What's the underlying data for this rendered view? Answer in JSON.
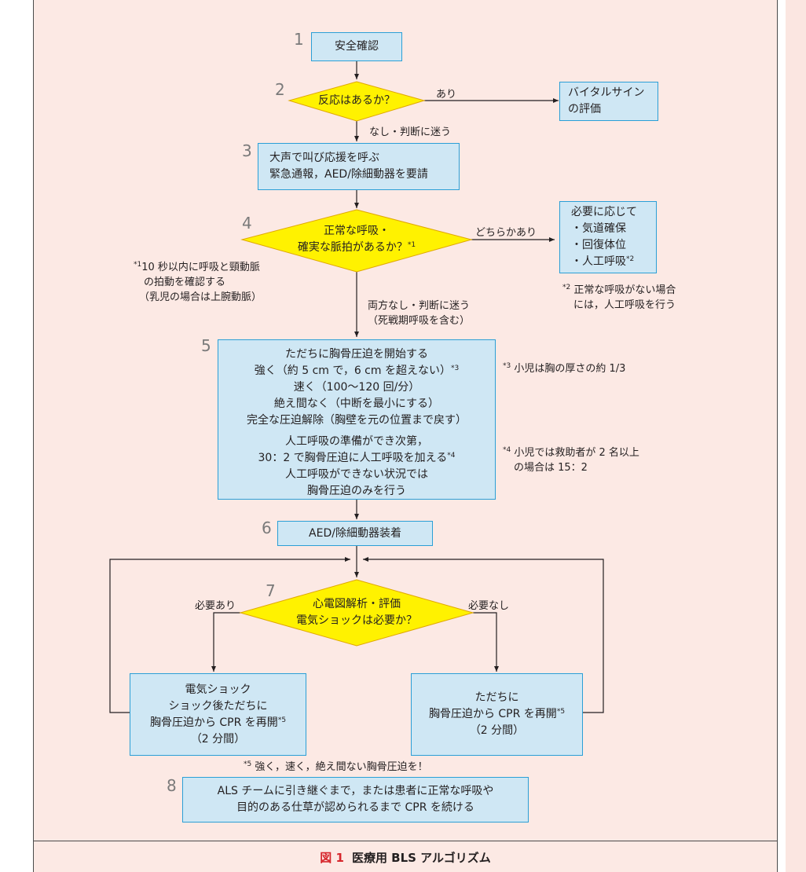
{
  "caption": {
    "number": "図 1",
    "title": "医療用 BLS アルゴリズム"
  },
  "steps": [
    {
      "num": "1",
      "lines": [
        "安全確認"
      ]
    },
    {
      "num": "2",
      "lines": [
        "反応はあるか？"
      ]
    },
    {
      "num": "3",
      "lines": [
        "大声で叫び応援を呼ぶ",
        "緊急通報，AED/除細動器を要請"
      ]
    },
    {
      "num": "4",
      "lines": [
        "正常な呼吸・",
        "確実な脈拍があるか？"
      ],
      "mark": "*1"
    },
    {
      "num": "5",
      "lines": [
        "ただちに胸骨圧迫を開始する",
        "強く（約 5 cm で，6 cm を超えない）",
        "速く（100〜120 回/分）",
        "絶え間なく（中断を最小にする）",
        "完全な圧迫解除（胸壁を元の位置まで戻す）",
        "人工呼吸の準備ができ次第，",
        "30：2 で胸骨圧迫に人工呼吸を加える",
        "人工呼吸ができない状況では",
        "胸骨圧迫のみを行う"
      ],
      "marks": [
        "*3",
        "*4"
      ]
    },
    {
      "num": "6",
      "lines": [
        "AED/除細動器装着"
      ]
    },
    {
      "num": "7",
      "lines": [
        "心電図解析・評価",
        "電気ショックは必要か？"
      ]
    },
    {
      "num": "8",
      "lines": [
        "ALS チームに引き継ぐまで，または患者に正常な呼吸や",
        "目的のある仕草が認められるまで CPR を続ける"
      ]
    }
  ],
  "side_boxes": {
    "vitals": [
      "バイタルサイン",
      "の評価"
    ],
    "as_needed": [
      "必要に応じて",
      "・気道確保",
      "・回復体位",
      "・人工呼吸"
    ],
    "as_needed_mark": "*2",
    "shock": [
      "電気ショック",
      "ショック後ただちに",
      "胸骨圧迫から CPR を再開",
      "（2 分間）"
    ],
    "shock_mark": "*5",
    "resume": [
      "ただちに",
      "胸骨圧迫から CPR を再開",
      "（2 分間）"
    ],
    "resume_mark": "*5"
  },
  "edge_labels": {
    "yes": "あり",
    "none_unsure": "なし・判断に迷う",
    "either": "どちらかあり",
    "both_none": [
      "両方なし・判断に迷う",
      "（死戦期呼吸を含む）"
    ],
    "needed": "必要あり",
    "not_needed": "必要なし"
  },
  "notes": {
    "n1": {
      "mark": "*1",
      "lines": [
        "10 秒以内に呼吸と頸動脈",
        "の拍動を確認する",
        "（乳児の場合は上腕動脈）"
      ]
    },
    "n2": {
      "mark": "*2",
      "lines": [
        "正常な呼吸がない場合",
        "には，人工呼吸を行う"
      ]
    },
    "n3": {
      "mark": "*3",
      "lines": [
        "小児は胸の厚さの約 1/3"
      ]
    },
    "n4": {
      "mark": "*4",
      "lines": [
        "小児では救助者が 2 名以上",
        "の場合は 15：2"
      ]
    },
    "n5": {
      "mark": "*5",
      "lines": [
        "強く，速く，絶え間ない胸骨圧迫を！"
      ]
    }
  },
  "colors": {
    "background": "#fce9e4",
    "box_fill": "#cfe7f4",
    "box_border": "#2b9fd6",
    "diamond_fill": "#fff200",
    "diamond_border": "#e0a800",
    "caption_number": "#d6262c"
  }
}
